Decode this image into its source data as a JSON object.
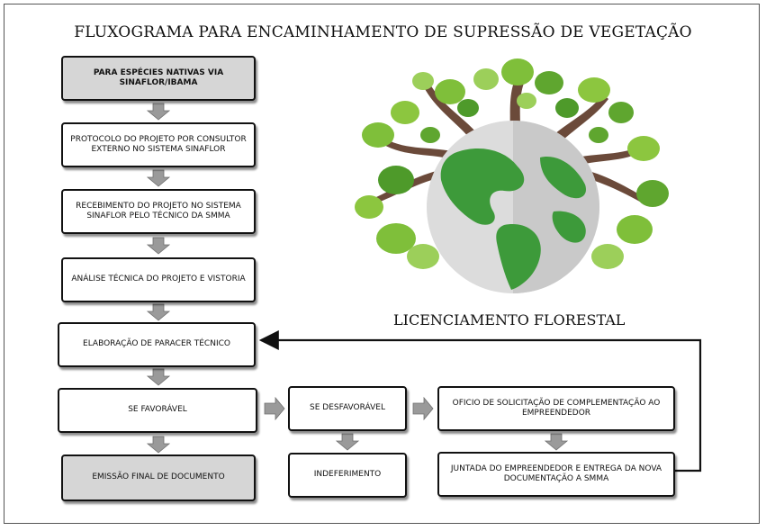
{
  "title": "FLUXOGRAMA PARA ENCAMINHAMENTO DE SUPRESSÃO DE VEGETAÇÃO",
  "subtitle": "LICENCIAMENTO FLORESTAL",
  "boxes": {
    "start": "PARA ESPÉCIES NATIVAS VIA SINAFLOR/IBAMA",
    "protocol": "PROTOCOLO DO PROJETO POR CONSULTOR EXTERNO NO SISTEMA SINAFLOR",
    "receipt": "RECEBIMENTO DO PROJETO NO SISTEMA SINAFLOR PELO TÉCNICO DA SMMA",
    "analysis": "ANÁLISE TÉCNICA DO PROJETO E VISTORIA",
    "report": "ELABORAÇÃO DE PARACER TÉCNICO",
    "favorable": "SE FAVORÁVEL",
    "final": "EMISSÃO FINAL DE DOCUMENTO",
    "unfavorable": "SE DESFAVORÁVEL",
    "rejected": "INDEFERIMENTO",
    "request": "OFICIO DE SOLICITAÇÃO DE COMPLEMENTAÇÃO AO EMPREENDEDOR",
    "submission": "JUNTADA DO EMPREENDEDOR  E ENTREGA DA NOVA DOCUMENTAÇÃO A SMMA"
  },
  "illustration": {
    "icon": "globe-tree-icon",
    "colors": {
      "leaf_light": "#8cc63f",
      "leaf_dark": "#4e9a2a",
      "trunk": "#6b4a3a",
      "ocean": "#d9d9d9",
      "land": "#3d9a3a"
    }
  },
  "arrow_color": "#9a9a9a"
}
